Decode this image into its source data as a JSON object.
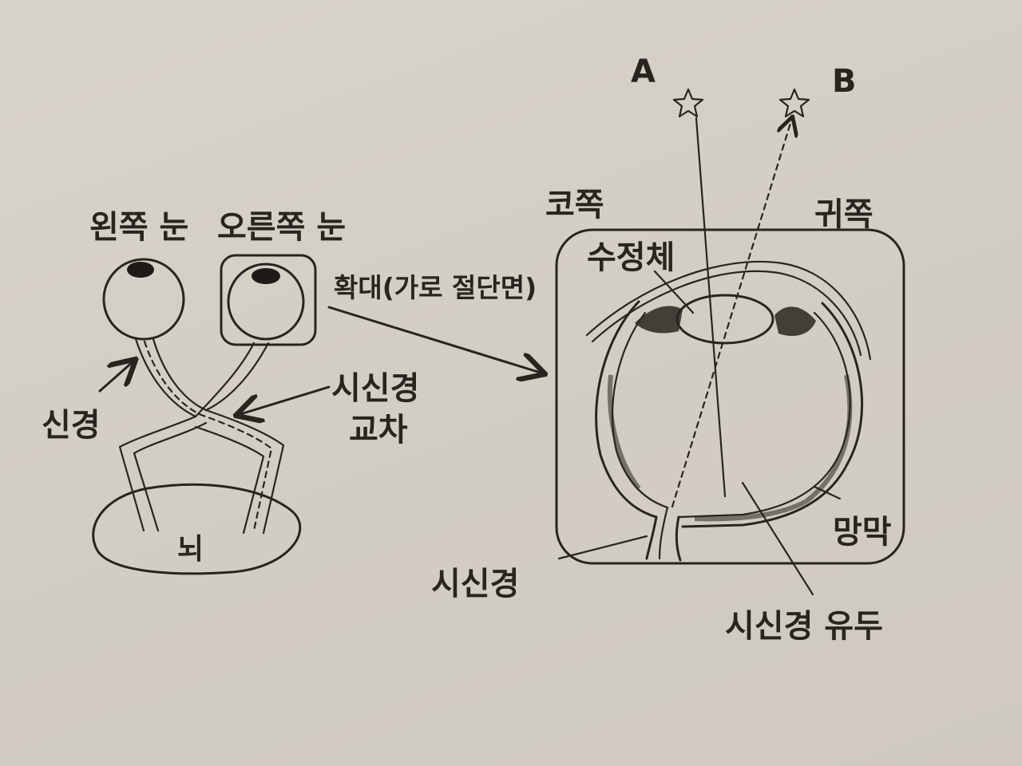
{
  "left": {
    "left_eye": "왼쪽 눈",
    "right_eye": "오른쪽 눈",
    "nerve": "신경",
    "chiasm_line1": "시신경",
    "chiasm_line2": "교차",
    "brain": "뇌",
    "zoom": "확대(가로 절단면)"
  },
  "right": {
    "point_a": "A",
    "point_b": "B",
    "nose_side": "코쪽",
    "ear_side": "귀쪽",
    "lens": "수정체",
    "retina": "망막",
    "optic_nerve": "시신경",
    "optic_disc": "시신경 유두"
  },
  "colors": {
    "ink": "#2a2420",
    "paper": "#d6d1c8"
  }
}
